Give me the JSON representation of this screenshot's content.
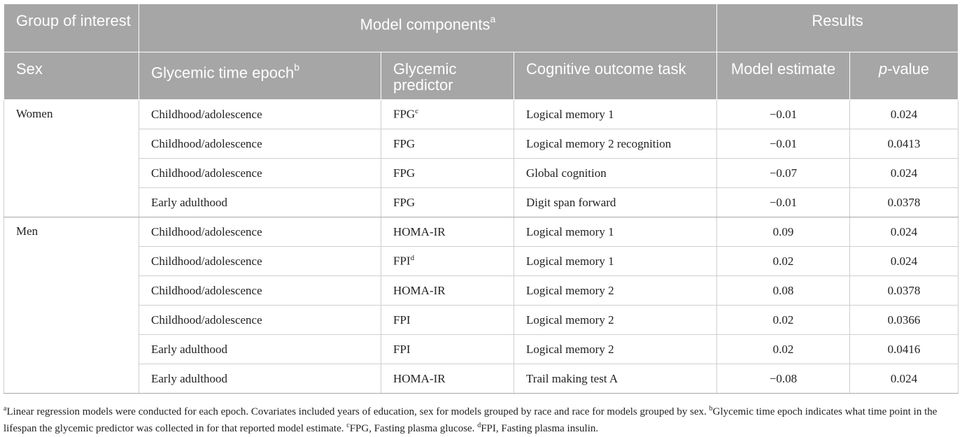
{
  "header": {
    "group_label": "Group of interest",
    "model_components": "Model components",
    "model_components_sup": "a",
    "results": "Results",
    "sex": "Sex",
    "epoch": "Glycemic time epoch",
    "epoch_sup": "b",
    "predictor": "Glycemic predictor",
    "outcome": "Cognitive outcome task",
    "estimate": "Model estimate",
    "pvalue_italic": "p",
    "pvalue_rest": "-value"
  },
  "groups": [
    {
      "sex": "Women",
      "rows": [
        {
          "epoch": "Childhood/adolescence",
          "predictor": "FPG",
          "predictor_sup": "c",
          "outcome": "Logical memory 1",
          "estimate": "−0.01",
          "p": "0.024"
        },
        {
          "epoch": "Childhood/adolescence",
          "predictor": "FPG",
          "predictor_sup": "",
          "outcome": "Logical memory 2 recognition",
          "estimate": "−0.01",
          "p": "0.0413"
        },
        {
          "epoch": "Childhood/adolescence",
          "predictor": "FPG",
          "predictor_sup": "",
          "outcome": "Global cognition",
          "estimate": "−0.07",
          "p": "0.024"
        },
        {
          "epoch": "Early adulthood",
          "predictor": "FPG",
          "predictor_sup": "",
          "outcome": "Digit span forward",
          "estimate": "−0.01",
          "p": "0.0378"
        }
      ]
    },
    {
      "sex": "Men",
      "rows": [
        {
          "epoch": "Childhood/adolescence",
          "predictor": "HOMA-IR",
          "predictor_sup": "",
          "outcome": "Logical memory 1",
          "estimate": "0.09",
          "p": "0.024"
        },
        {
          "epoch": "Childhood/adolescence",
          "predictor": "FPI",
          "predictor_sup": "d",
          "outcome": "Logical memory 1",
          "estimate": "0.02",
          "p": "0.024"
        },
        {
          "epoch": "Childhood/adolescence",
          "predictor": "HOMA-IR",
          "predictor_sup": "",
          "outcome": "Logical memory 2",
          "estimate": "0.08",
          "p": "0.0378"
        },
        {
          "epoch": "Childhood/adolescence",
          "predictor": "FPI",
          "predictor_sup": "",
          "outcome": "Logical memory 2",
          "estimate": "0.02",
          "p": "0.0366"
        },
        {
          "epoch": "Early adulthood",
          "predictor": "FPI",
          "predictor_sup": "",
          "outcome": "Logical memory 2",
          "estimate": "0.02",
          "p": "0.0416"
        },
        {
          "epoch": "Early adulthood",
          "predictor": "HOMA-IR",
          "predictor_sup": "",
          "outcome": "Trail making test A",
          "estimate": "−0.08",
          "p": "0.024"
        }
      ]
    }
  ],
  "footnotes": {
    "a_mark": "a",
    "a_text": "Linear regression models were conducted for each epoch. Covariates included years of education, sex for models grouped by race and race for models grouped by sex.",
    "b_mark": "b",
    "b_text": "Glycemic time epoch indicates what time point in the lifespan the glycemic predictor was collected in for that reported model estimate.",
    "c_mark": "c",
    "c_text": "FPG, Fasting plasma glucose.",
    "d_mark": "d",
    "d_text": "FPI, Fasting plasma insulin."
  },
  "colors": {
    "header_bg": "#a6a6a6",
    "header_text": "#ffffff",
    "rule": "#cfcfcf"
  }
}
